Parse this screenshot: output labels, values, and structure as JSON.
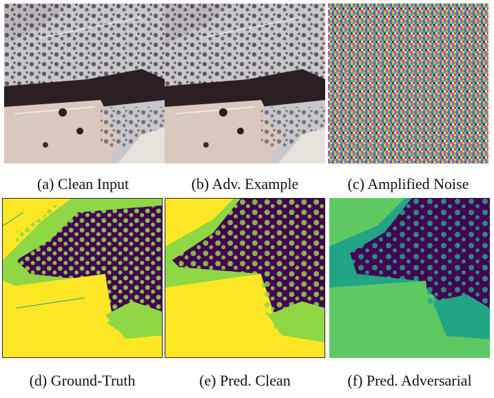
{
  "figure": {
    "panels": [
      {
        "caption": "(a) Clean Input",
        "kind": "satellite-image"
      },
      {
        "caption": "(b) Adv. Example",
        "kind": "satellite-image"
      },
      {
        "caption": "(c) Amplified Noise",
        "kind": "noise-image"
      },
      {
        "caption": "(d) Ground-Truth",
        "kind": "segmentation-mask"
      },
      {
        "caption": "(e) Pred. Clean",
        "kind": "segmentation-mask"
      },
      {
        "caption": "(f) Pred. Adversarial",
        "kind": "segmentation-mask"
      }
    ],
    "colors": {
      "mask_yellow": "#fde725",
      "mask_lightgreen": "#8fd744",
      "mask_purple": "#440154",
      "mask_teal": "#21a585",
      "mask_green": "#5ec962",
      "sat_soil": "#d9c8bd",
      "sat_upper": "#c8c8cc",
      "sat_trees": "#2a2024"
    }
  }
}
